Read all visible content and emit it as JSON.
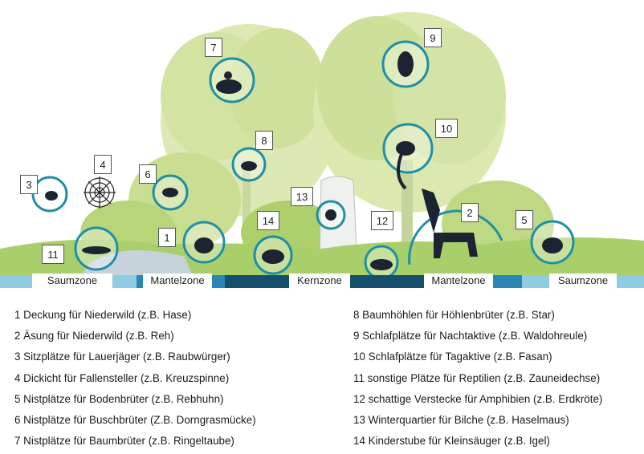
{
  "zones": [
    "Saumzone",
    "Mantelzone",
    "Kernzone",
    "Mantelzone",
    "Saumzone"
  ],
  "markers": [
    "1",
    "2",
    "3",
    "4",
    "5",
    "6",
    "7",
    "8",
    "9",
    "10",
    "11",
    "12",
    "13",
    "14"
  ],
  "legend": {
    "left": [
      "1 Deckung für Niederwild (z.B. Hase)",
      "2 Äsung für Niederwild (z.B. Reh)",
      "3 Sitzplätze für Lauerjäger (z.B. Raubwürger)",
      "4 Dickicht für Fallensteller (z.B. Kreuzspinne)",
      "5 Nistplätze für Bodenbrüter (z.B. Rebhuhn)",
      "6 Nistplätze für Buschbrüter (Z.B. Dorngrasmücke)",
      "7 Nistplätze für Baumbrüter (z.B. Ringeltaube)"
    ],
    "right": [
      "8 Baumhöhlen für Höhlenbrüter (z.B. Star)",
      "9 Schlafplätze für Nachtaktive (z.B. Waldohreule)",
      "10 Schlafplätze für Tagaktive (z.B. Fasan)",
      "11 sonstige Plätze für Reptilien (z.B. Zauneidechse)",
      "12 schattige Verstecke für Amphibien (z.B. Erdkröte)",
      "13 Winterquartier für Bilche (z.B. Haselmaus)",
      "14 Kinderstube für Kleinsäuger (z.B. Igel)"
    ]
  },
  "colors": {
    "foliage_light": "#d7e6a8",
    "foliage_mid": "#bcd57e",
    "foliage_dark": "#9fc25a",
    "grass": "#a9cf6a",
    "ring": "#1f8fa6",
    "silhouette": "#1b2430",
    "zone_dark": "#14506e",
    "zone_mid": "#2b86b3",
    "zone_light": "#8fcbe3"
  }
}
